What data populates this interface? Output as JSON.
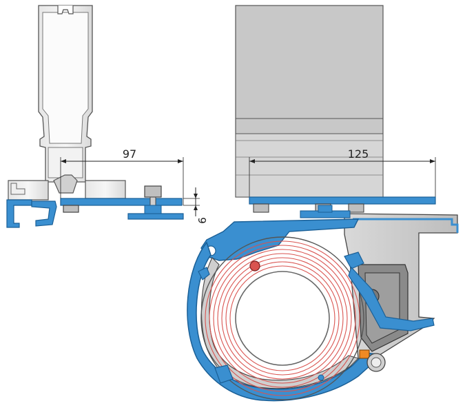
{
  "dimensions": {
    "left_width": "97",
    "right_width": "125",
    "offset": "6"
  },
  "colors": {
    "profile_blue": "#3a8fd0",
    "profile_outline": "#1a5f96",
    "aluminium_grey": "#c8c8c8",
    "dark_grey": "#7f7f7f",
    "spring_red": "#d9534f",
    "accent_orange": "#f08a24",
    "line": "#222222"
  }
}
